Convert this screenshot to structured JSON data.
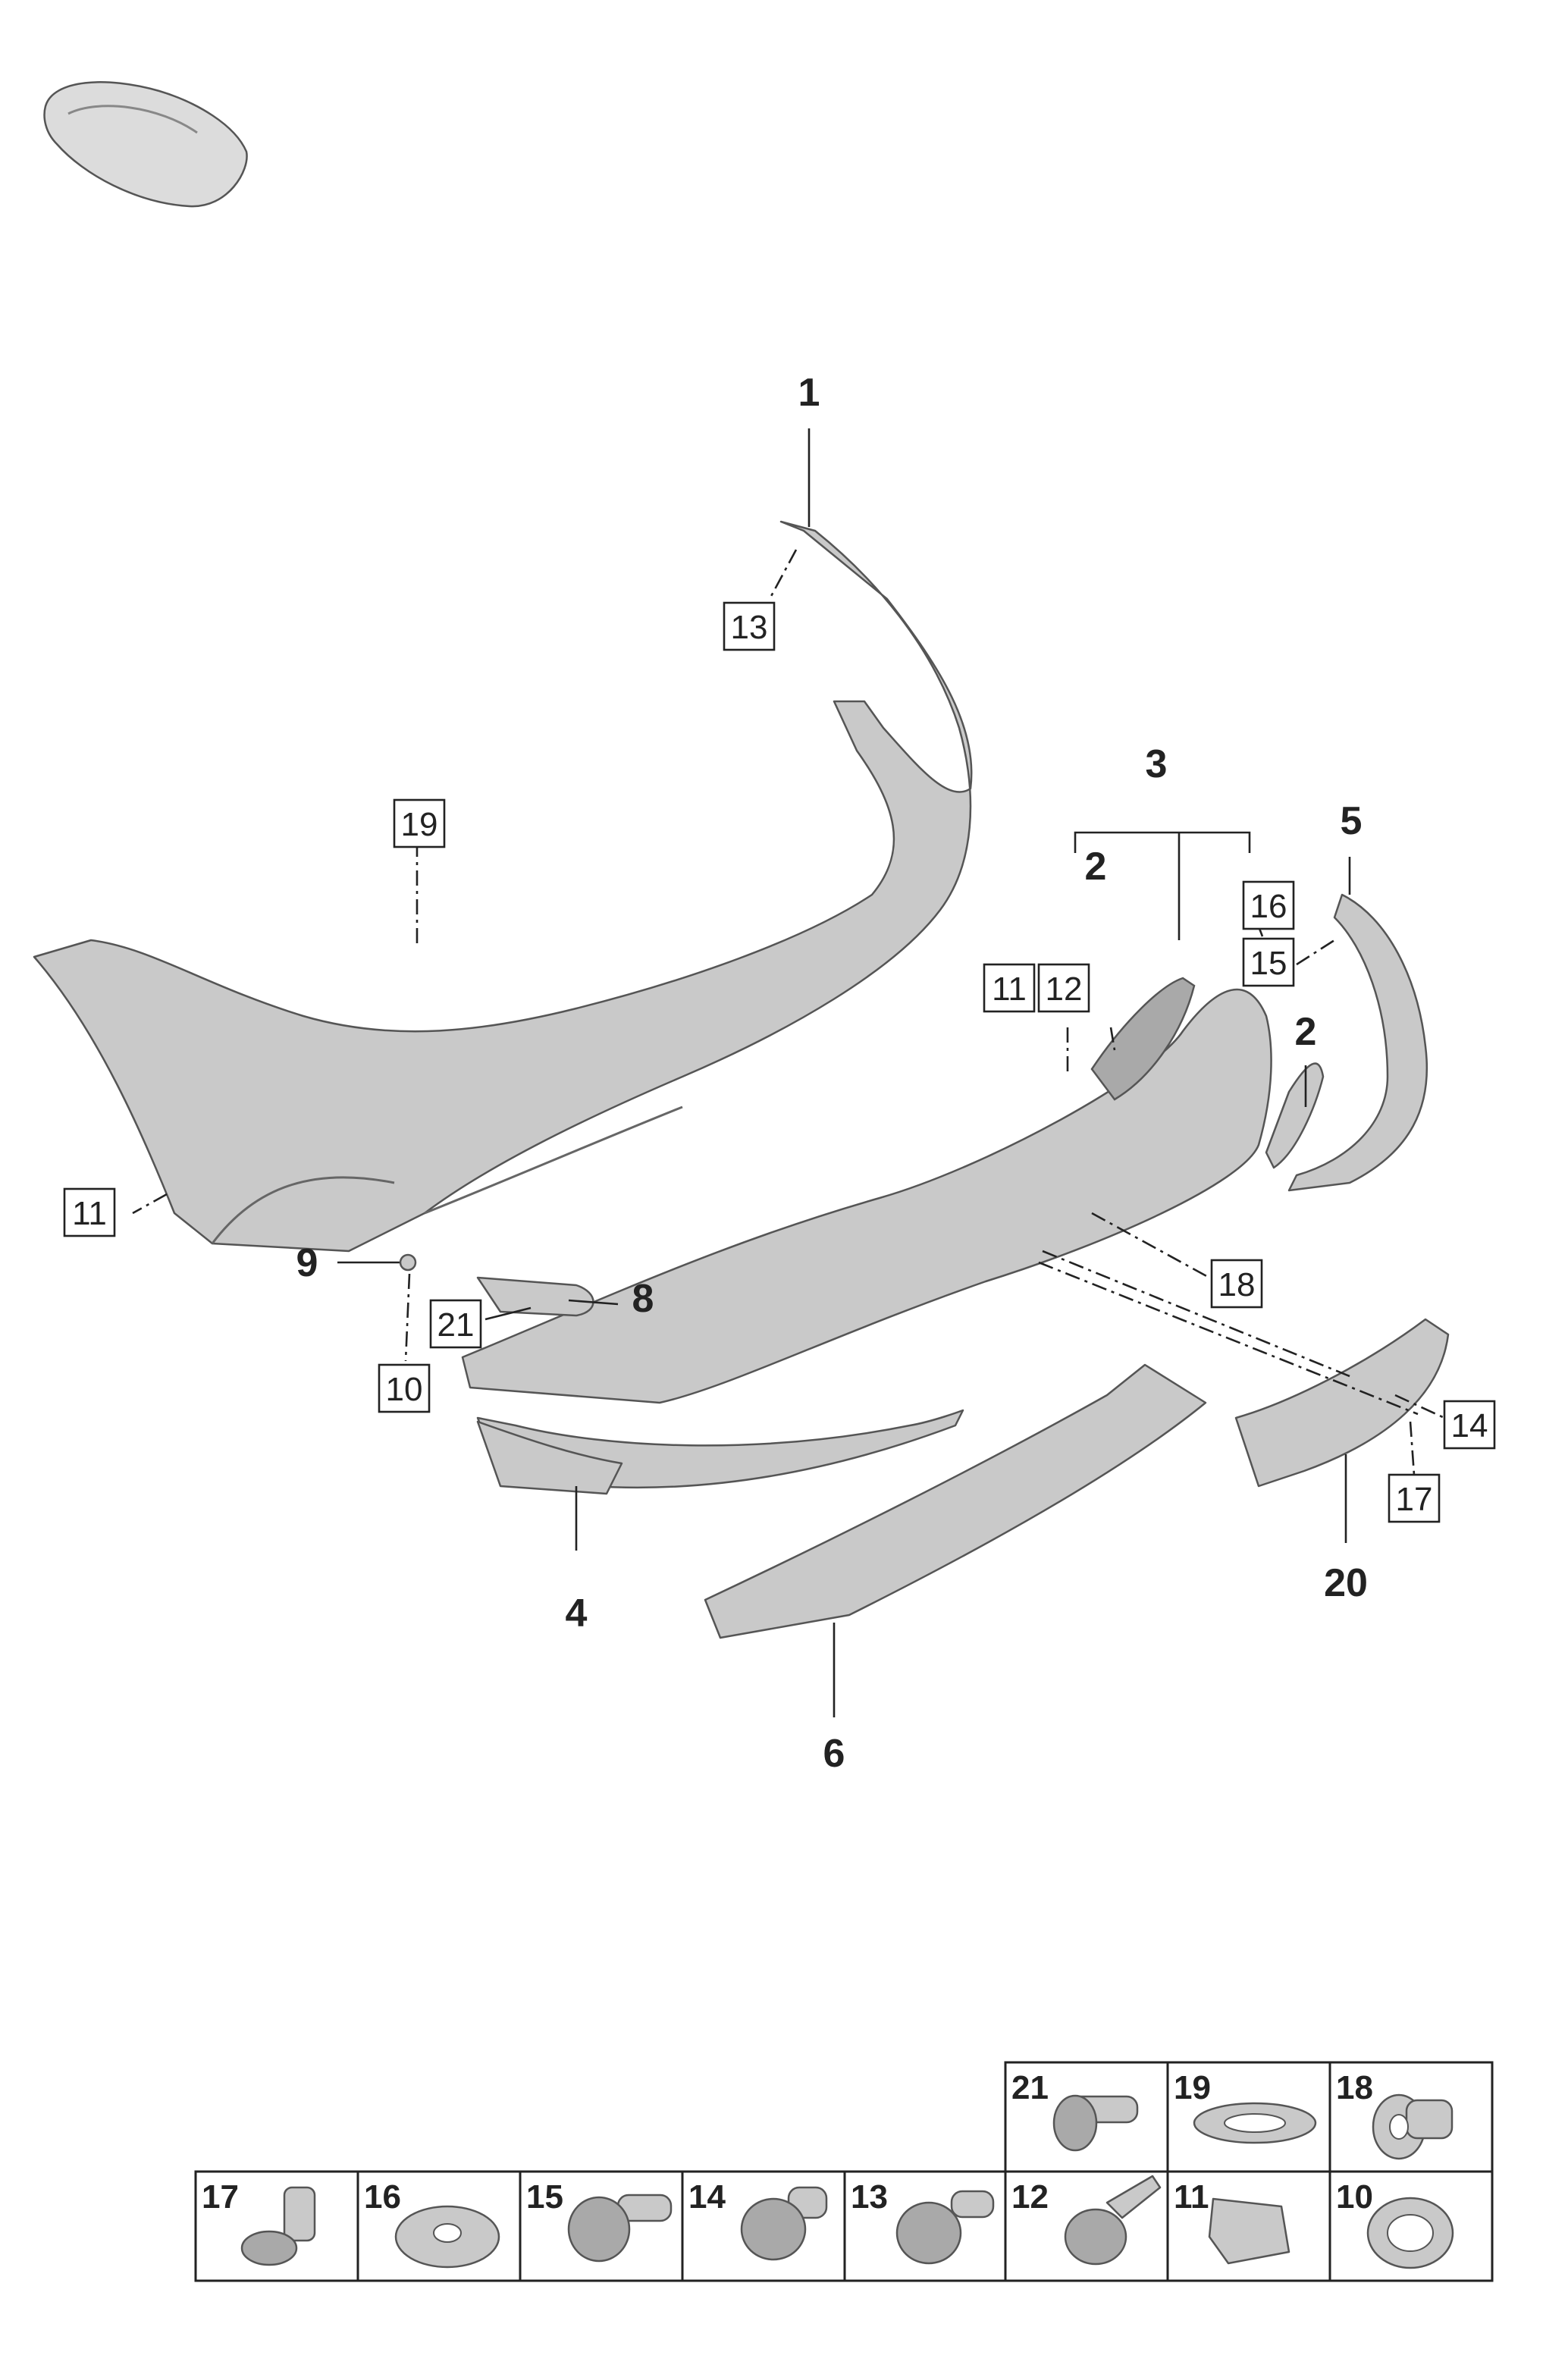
{
  "callouts": {
    "c1": "1",
    "c2a": "2",
    "c2b": "2",
    "c3": "3",
    "c4": "4",
    "c5": "5",
    "c6": "6",
    "c8": "8",
    "c9": "9",
    "c20": "20"
  },
  "boxed": {
    "b13": "13",
    "b19": "19",
    "b11a": "11",
    "b11b": "11",
    "b12": "12",
    "b16": "16",
    "b15": "15",
    "b18": "18",
    "b21": "21",
    "b10": "10",
    "b14": "14",
    "b17": "17"
  },
  "hardware_table": {
    "top_row": [
      "21",
      "19",
      "18"
    ],
    "bottom_row": [
      "17",
      "16",
      "15",
      "14",
      "13",
      "12",
      "11",
      "10"
    ]
  },
  "icons": [
    "vehicle-thumbnail-icon",
    "screw-icon",
    "clip-icon",
    "nut-icon",
    "washer-icon",
    "rivet-icon"
  ]
}
